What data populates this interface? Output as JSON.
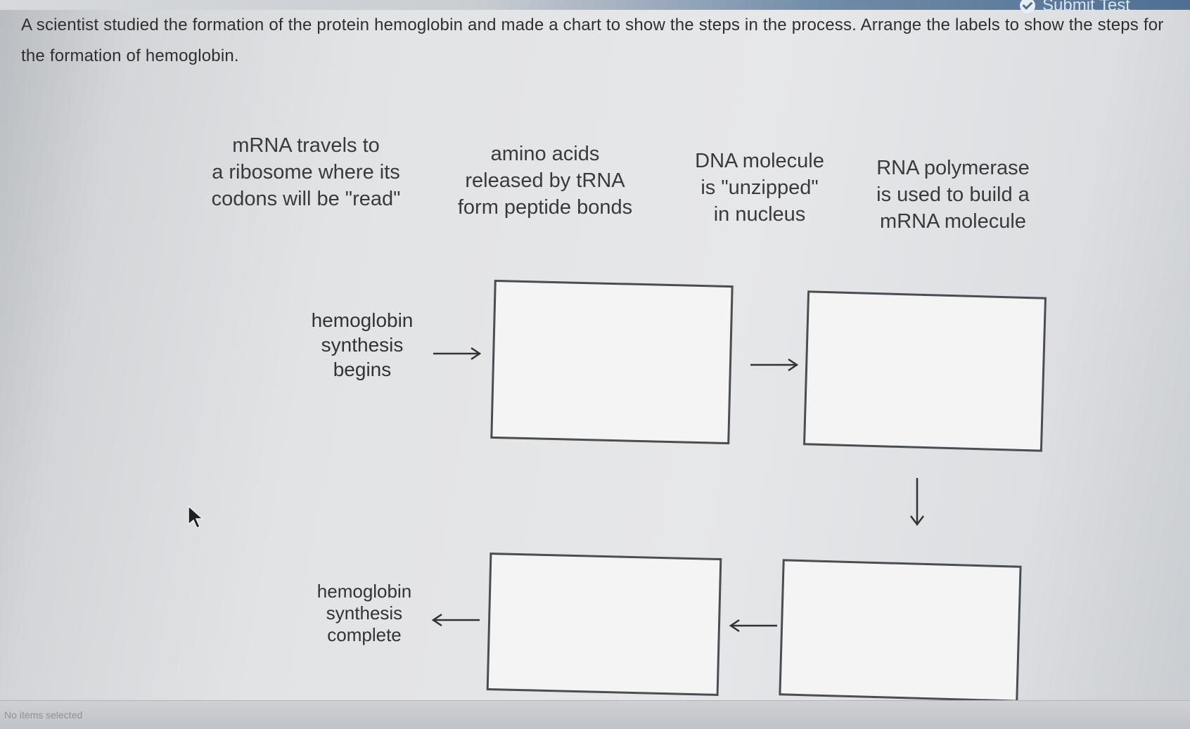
{
  "header": {
    "submit_label": "Submit Test",
    "accent_color": "#4f6f92"
  },
  "question": {
    "text": "A scientist studied the formation of the protein hemoglobin and made a chart to show the steps in the process. Arrange the labels to show the steps for the formation of hemoglobin."
  },
  "labels": [
    {
      "text": "mRNA travels to\na ribosome where its\ncodons will be \"read\""
    },
    {
      "text": "amino acids\nreleased by tRNA\nform peptide bonds"
    },
    {
      "text": "DNA molecule\nis \"unzipped\"\nin nucleus"
    },
    {
      "text": "RNA polymerase\nis used to build a\nmRNA molecule"
    }
  ],
  "chart": {
    "start_label": "hemoglobin\nsynthesis\nbegins",
    "end_label": "hemoglobin\nsynthesis\ncomplete",
    "arrow_icons": [
      "arrow-right-icon",
      "arrow-right-icon",
      "arrow-down-icon",
      "arrow-left-icon",
      "arrow-left-icon"
    ]
  },
  "footer": {
    "text": "No items selected"
  }
}
